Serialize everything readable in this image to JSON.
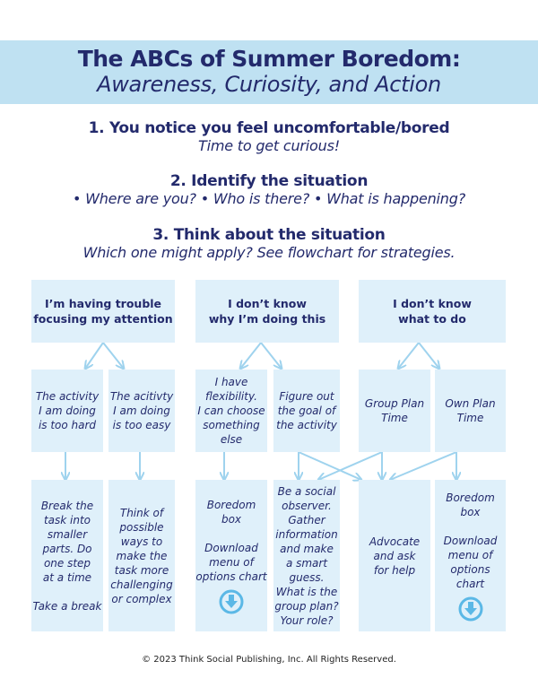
{
  "title": {
    "line1": "The ABCs of Summer Boredom:",
    "line2": "Awareness, Curiosity, and Action"
  },
  "steps": [
    {
      "heading": "1. You notice you feel uncomfortable/bored",
      "sub": "Time to get curious!"
    },
    {
      "heading": "2. Identify the situation",
      "sub": "• Where are you?  • Who is there?  • What is happening?"
    },
    {
      "heading": "3. Think about the situation",
      "sub": "Which one might apply? See flowchart for strategies."
    }
  ],
  "flow": {
    "top": [
      "I’m having trouble\nfocusing my attention",
      "I don’t know\nwhy I’m doing this",
      "I don’t know\nwhat to do"
    ],
    "middle": [
      "The activity\nI am doing\nis too hard",
      "The acitivty\nI am doing\nis too easy",
      "I have\nflexibility.\nI can choose\nsomething\nelse",
      "Figure out\nthe goal of\nthe activity",
      "Group Plan\nTime",
      "Own Plan\nTime"
    ],
    "bottom": [
      "Break the\ntask into\nsmaller\nparts. Do\none step\nat a time\n\nTake a break",
      "Think of\npossible\nways to\nmake the\ntask more\nchallenging\nor complex",
      "Boredom box\n\nDownload\nmenu of\noptions chart",
      "Be a social\nobserver.\nGather\ninformation\nand make\na smart\nguess.\nWhat is the\ngroup plan?\nYour role?",
      "Advocate\nand ask\nfor help",
      "Boredom box\n\nDownload\nmenu of\noptions chart"
    ]
  },
  "icons": {
    "download": "download-circle-icon"
  },
  "colors": {
    "band": "#bfe1f2",
    "box": "#dff0fa",
    "arrow": "#9fd3ee",
    "text": "#232a6c"
  },
  "footer": "© 2023 Think Social Publishing, Inc. All Rights Reserved."
}
